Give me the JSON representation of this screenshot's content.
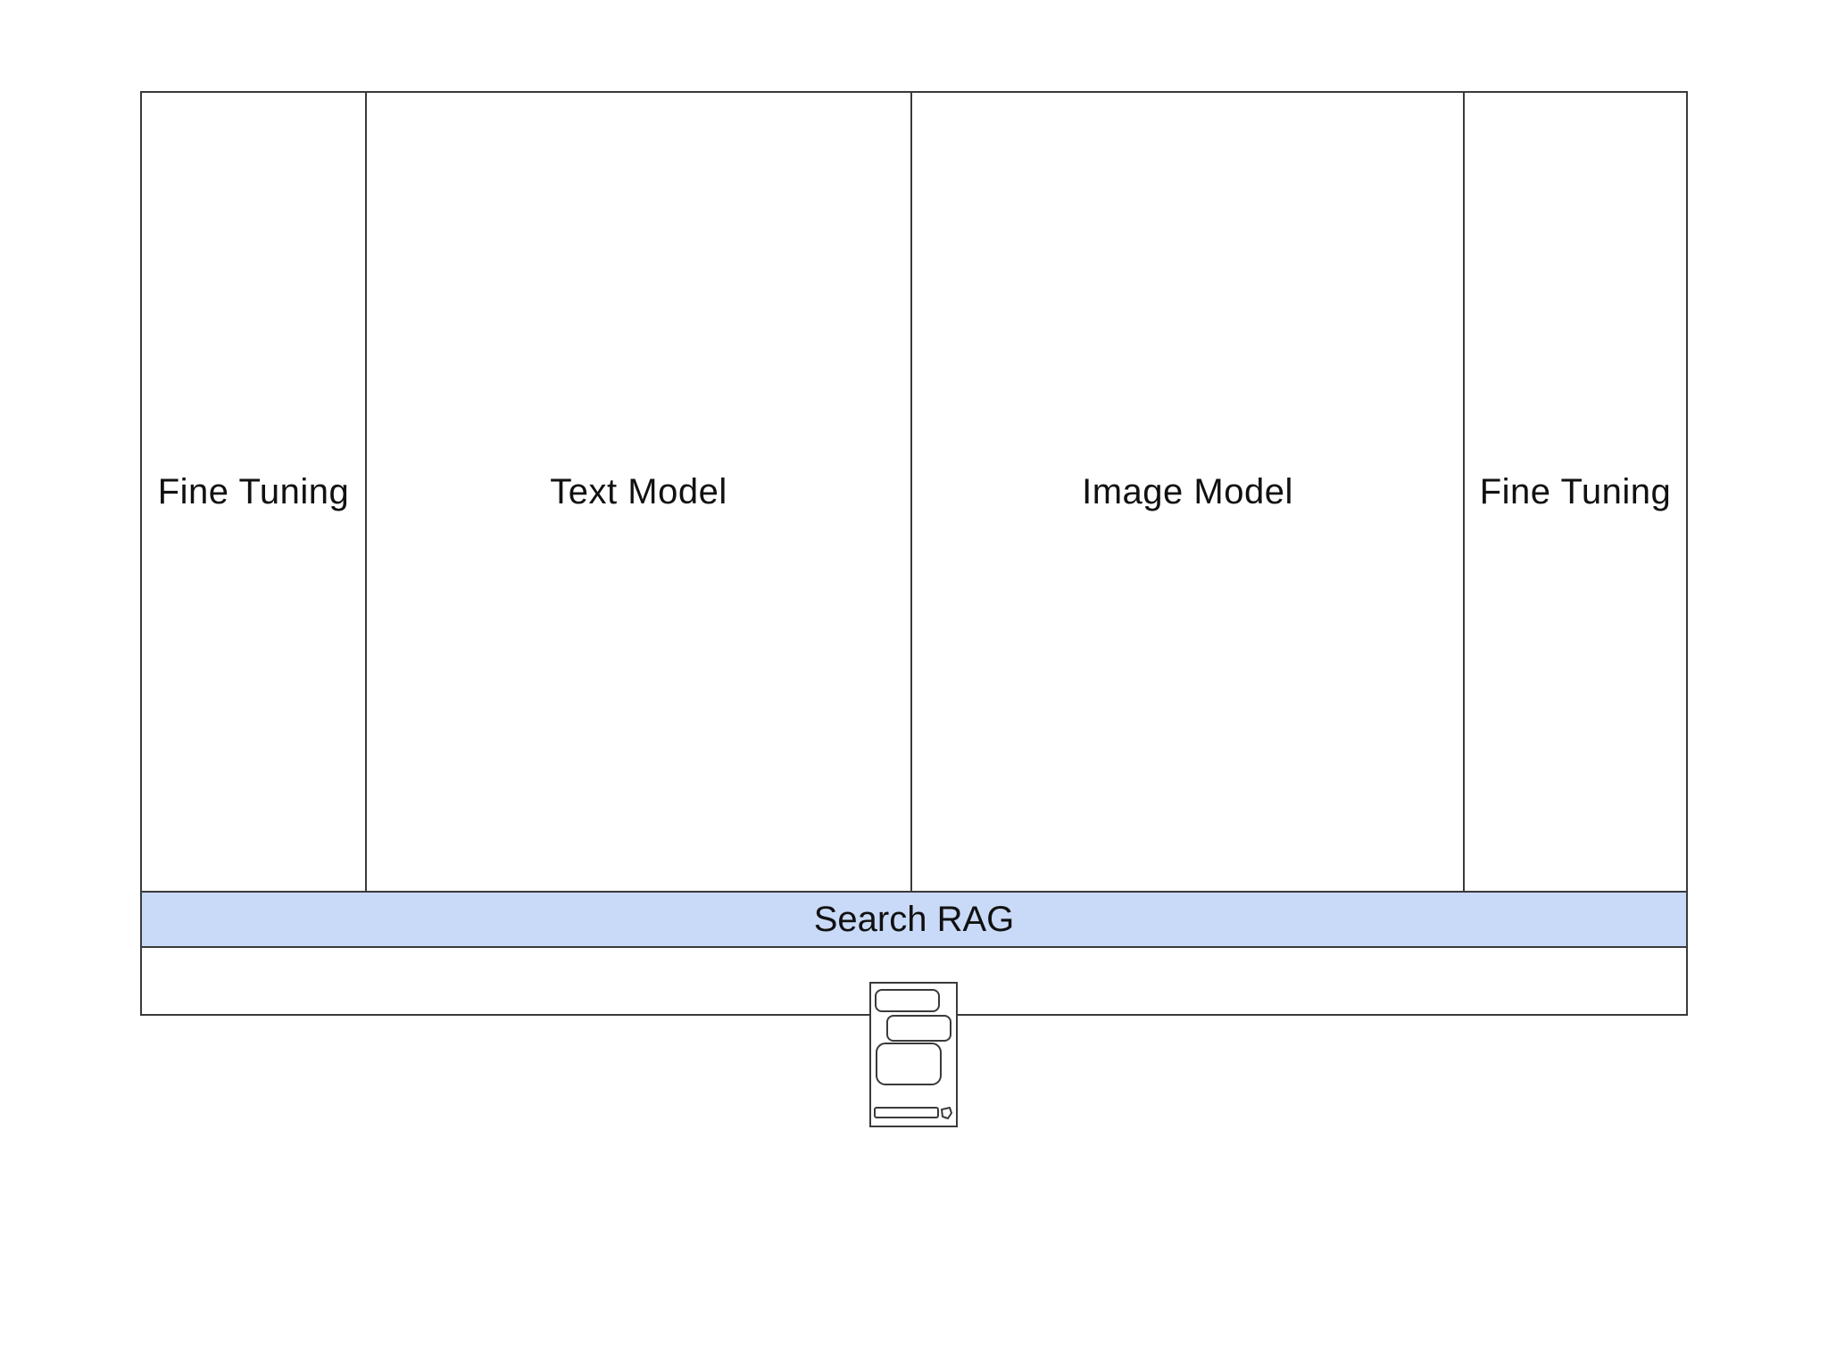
{
  "diagram": {
    "sections": [
      {
        "label": "Fine Tuning"
      },
      {
        "label": "Text Model"
      },
      {
        "label": "Image Model"
      },
      {
        "label": "Fine Tuning"
      }
    ],
    "rag_bar": {
      "label": "Search RAG",
      "fill_color": "#c9daf8"
    },
    "icon": {
      "name": "chat-app-icon",
      "description": "wireframe of a chat interface with three message bubbles, an input bar and a send button"
    },
    "colors": {
      "border": "#3a3a3a",
      "text": "#111111",
      "background": "#ffffff"
    }
  }
}
